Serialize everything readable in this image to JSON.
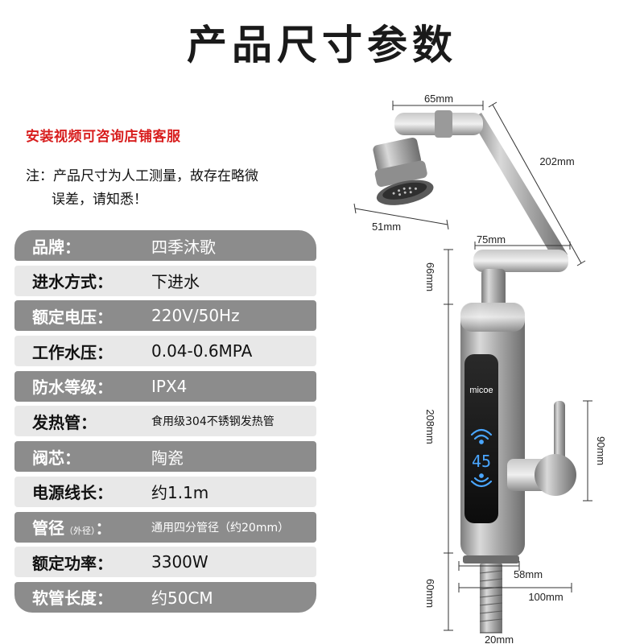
{
  "title": "产品尺寸参数",
  "notes": {
    "install": "安装视频可咨询店铺客服",
    "disclaimer_line1": "注：产品尺寸为人工测量，故存在略微",
    "disclaimer_line2": "误差，请知悉！"
  },
  "specs": [
    {
      "label": "品牌：",
      "value": "四季沐歌"
    },
    {
      "label": "进水方式：",
      "value": "下进水"
    },
    {
      "label": "额定电压：",
      "value": "220V/50Hz"
    },
    {
      "label": "工作水压：",
      "value": "0.04-0.6MPA"
    },
    {
      "label": "防水等级：",
      "value": "IPX4"
    },
    {
      "label": "发热管：",
      "value": "食用级304不锈钢发热管"
    },
    {
      "label": "阀芯：",
      "value": "陶瓷"
    },
    {
      "label": "电源线长：",
      "value": "约1.1m"
    },
    {
      "label": "管径",
      "label_note": "（外径）",
      "label_suffix": "：",
      "value": "通用四分管径（约20mm）"
    },
    {
      "label": "额定功率：",
      "value": "3300W"
    },
    {
      "label": "软管长度：",
      "value": "约50CM"
    }
  ],
  "product": {
    "brand_mark": "micoe",
    "display_reading": "45"
  },
  "dimensions": {
    "top_width": "65mm",
    "arm_length": "202mm",
    "head_diameter": "51mm",
    "elbow_width": "75mm",
    "neck_height": "66mm",
    "body_height": "208mm",
    "handle_height": "90mm",
    "base_height": "60mm",
    "body_width": "58mm",
    "overall_width": "100mm",
    "pipe_diameter": "20mm"
  },
  "colors": {
    "accent_red": "#d81e1e",
    "row_dark": "#8c8c8c",
    "row_light": "#e8e8e8",
    "display_blue": "#4aa6ff"
  }
}
